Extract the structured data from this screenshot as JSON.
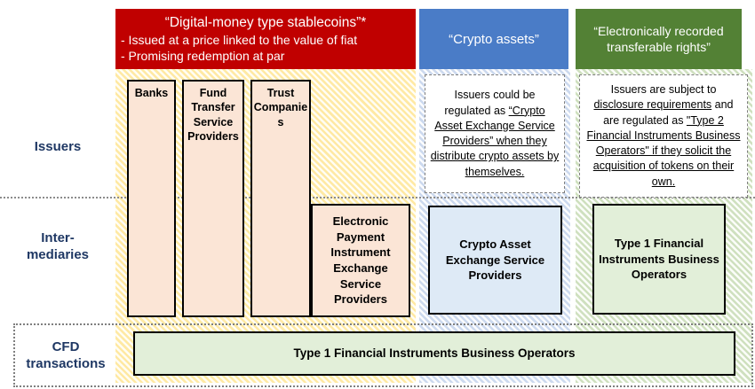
{
  "colors": {
    "stablecoin_header_bg": "#C00000",
    "crypto_header_bg": "#4A7CC7",
    "rights_header_bg": "#538135",
    "issuer_box_fill": "#FBE5D6",
    "crypto_box_fill": "#DEEAF6",
    "type1_box_fill": "#E2EFD9",
    "row_label_color": "#1F3864"
  },
  "columns": {
    "stablecoins": {
      "header_title": "“Digital-money type stablecoins”*",
      "header_bullets": [
        "- Issued at a price linked to the value of fiat",
        "- Promising redemption at par"
      ],
      "issuer_boxes": [
        "Banks",
        "Fund Transfer Service Providers",
        "Trust Companies"
      ],
      "intermediary_box": "Electronic Payment Instrument Exchange Service Providers"
    },
    "crypto_assets": {
      "header_title": "“Crypto assets”",
      "issuer_note_segments": [
        {
          "t": "Issuers could be regulated as ",
          "u": false
        },
        {
          "t": "“Crypto Asset Exchange Service Providers” when they distribute crypto assets by themselves.",
          "u": true
        }
      ],
      "intermediary_box": "Crypto Asset Exchange Service Providers"
    },
    "transferable_rights": {
      "header_title": "“Electronically recorded transferable rights”",
      "issuer_note_segments": [
        {
          "t": "Issuers are subject to ",
          "u": false
        },
        {
          "t": "disclosure requirements",
          "u": true
        },
        {
          "t": " and are regulated as ",
          "u": false
        },
        {
          "t": "\"Type 2 Financial Instruments Business Operators\" if they solicit the acquisition of tokens on their own.",
          "u": true
        }
      ],
      "intermediary_box": "Type 1 Financial Instruments Business Operators"
    }
  },
  "row_labels": {
    "issuers": "Issuers",
    "intermediaries": "Inter-\nmediaries",
    "cfd": "CFD\ntransactions"
  },
  "cfd_box": "Type 1 Financial Instruments Business Operators"
}
